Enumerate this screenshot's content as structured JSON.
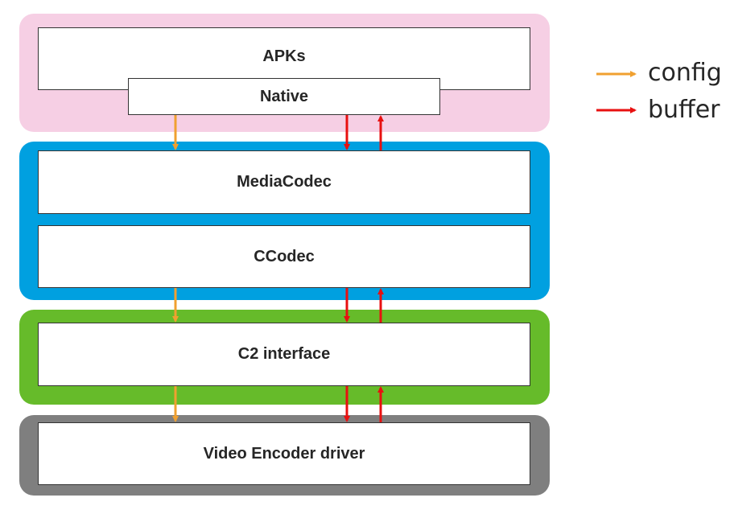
{
  "layers": {
    "app": {
      "color": "#f6cfe4"
    },
    "framework": {
      "color": "#00a0e0"
    },
    "hal": {
      "color": "#66bb2a"
    },
    "driver": {
      "color": "#7f7f7f"
    }
  },
  "boxes": {
    "apks": "APKs",
    "native": "Native",
    "mediacodec": "MediaCodec",
    "ccodec": "CCodec",
    "c2_interface": "C2 interface",
    "video_encoder_driver": "Video Encoder driver"
  },
  "legend": {
    "config": {
      "label": "config",
      "color": "#f0a030"
    },
    "buffer": {
      "label": "buffer",
      "color": "#e81010"
    }
  }
}
